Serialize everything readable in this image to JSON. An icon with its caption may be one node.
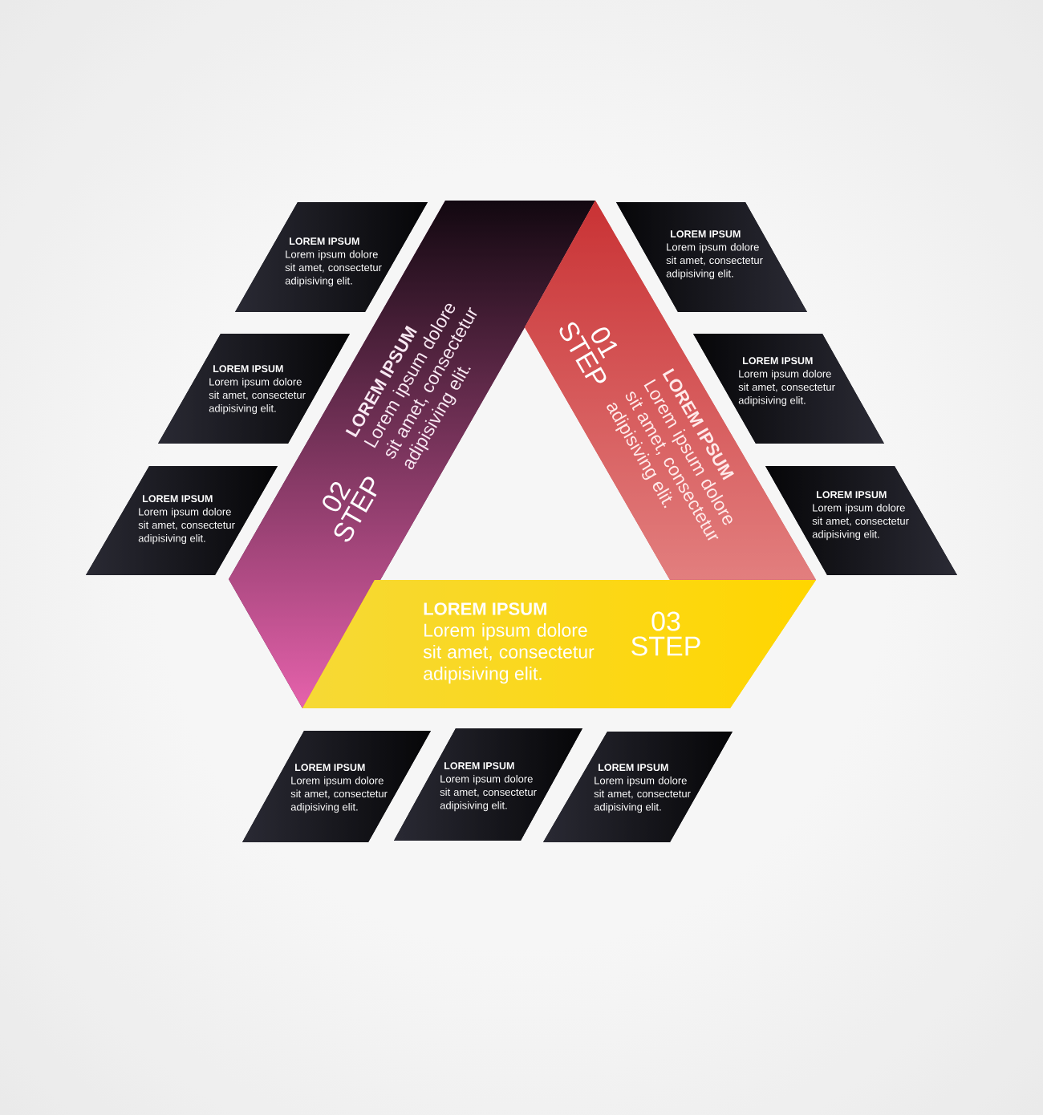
{
  "diagram": {
    "nodes": [
      {
        "text": [
          "01 STEP",
          "LOREM IPSUM",
          "Lorem ipsum dolore sit amet, consectetur adipisiving elit."
        ]
      },
      {
        "text": [
          "02 STEP",
          "LOREM IPSUM",
          "Lorem ipsum dolore sit amet, consectetur adipisiving elit."
        ]
      },
      {
        "text": [
          "03 STEP",
          "LOREM IPSUM",
          "Lorem ipsum dolore sit amet, consectetur adipisiving elit."
        ]
      },
      {
        "text": [
          "LOREM IPSUM",
          "Lorem ipsum dolore sit amet, consectetur adipisiving elit."
        ]
      },
      {
        "text": [
          "LOREM IPSUM",
          "Lorem ipsum dolore sit amet, consectetur adipisiving elit."
        ]
      },
      {
        "text": [
          "LOREM IPSUM",
          "Lorem ipsum dolore sit amet, consectetur adipisiving elit."
        ]
      },
      {
        "text": [
          "LOREM IPSUM",
          "Lorem ipsum dolore sit amet, consectetur adipisiving elit."
        ]
      },
      {
        "text": [
          "LOREM IPSUM",
          "Lorem ipsum dolore sit amet, consectetur adipisiving elit."
        ]
      },
      {
        "text": [
          "LOREM IPSUM",
          "Lorem ipsum dolore sit amet, consectetur adipisiving elit."
        ]
      },
      {
        "text": [
          "LOREM IPSUM",
          "Lorem ipsum dolore sit amet, consectetur adipisiving elit."
        ]
      },
      {
        "text": [
          "LOREM IPSUM",
          "Lorem ipsum dolore sit amet, consectetur adipisiving elit."
        ]
      },
      {
        "text": [
          "LOREM IPSUM",
          "Lorem ipsum dolore sit amet, consectetur adipisiving elit."
        ]
      }
    ]
  }
}
